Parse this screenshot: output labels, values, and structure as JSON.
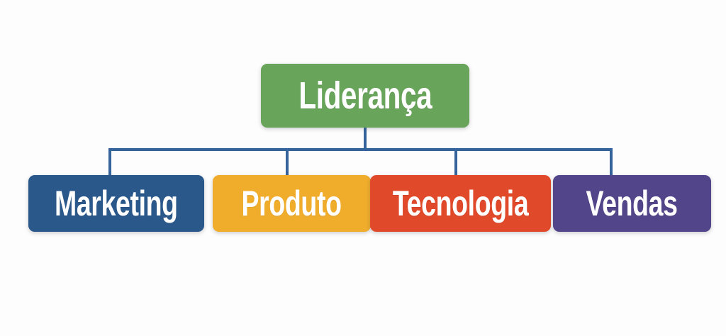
{
  "diagram": {
    "type": "org-chart",
    "title": "",
    "root": {
      "label": "Liderança",
      "color": "#69a45b"
    },
    "children": [
      {
        "label": "Marketing",
        "color": "#2b588a"
      },
      {
        "label": "Produto",
        "color": "#f0ad2c"
      },
      {
        "label": "Tecnologia",
        "color": "#e1492b"
      },
      {
        "label": "Vendas",
        "color": "#534589"
      }
    ],
    "connector_color": "#35639b",
    "text_color": "#ffffff",
    "background_color": "#fdfdfd"
  }
}
